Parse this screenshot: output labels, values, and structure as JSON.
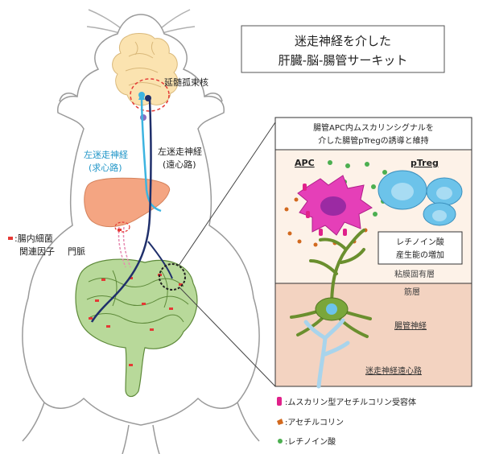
{
  "title": {
    "line1": "迷走神経を介した",
    "line2": "肝臓-脳-腸管サーキット"
  },
  "anatomy": {
    "nts_label": "延髄孤束核",
    "left_vagus_afferent": {
      "line1": "左迷走神経",
      "line2": "(求心路)"
    },
    "left_vagus_efferent": {
      "line1": "左迷走神経",
      "line2": "(遠心路)"
    },
    "bacteria_legend": {
      "line1": ":腸内細菌",
      "line2": "関連因子"
    },
    "portal_vein_label": "門脈"
  },
  "inset": {
    "header": {
      "line1": "腸管APC内ムスカリンシグナルを",
      "line2": "介した腸管pTregの誘導と維持"
    },
    "apc_label": "APC",
    "ptreg_label": "pTreg",
    "retinoic_box": {
      "line1": "レチノイン酸",
      "line2": "産生能の増加"
    },
    "lamina_propria": "粘膜固有層",
    "muscle_layer": "筋層",
    "enteric_nerve": "腸管神経",
    "vagal_efferent": "迷走神経遠心路"
  },
  "legend": [
    {
      "icon": "muscarinic-receptor-icon",
      "label": ":ムスカリン型アセチルコリン受容体",
      "color": "#e0218a"
    },
    {
      "icon": "acetylcholine-icon",
      "label": ":アセチルコリン",
      "color": "#d2691e"
    },
    {
      "icon": "retinoic-acid-icon",
      "label": ":レチノイン酸",
      "color": "#4caf50"
    }
  ],
  "colors": {
    "brain": "#fbe3b0",
    "liver": "#f4a582",
    "intestine": "#b8d99a",
    "afferent_nerve": "#3db4e0",
    "efferent_nerve": "#1f2f6b",
    "lamina_bg": "#fdf2e8",
    "muscle_bg": "#f3d3c1",
    "apc": "#e53fb8",
    "ptreg": "#6cc3ea"
  }
}
